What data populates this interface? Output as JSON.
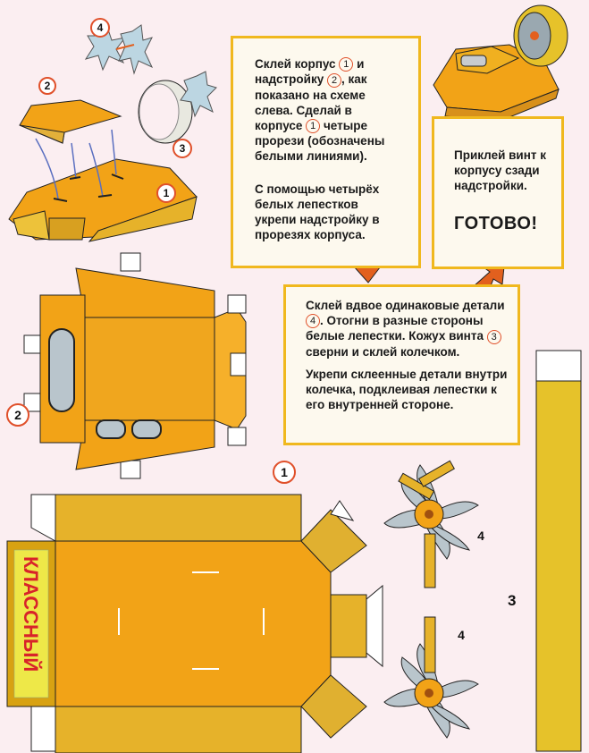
{
  "instructions": {
    "step1": {
      "p1_a": "Склей корпус",
      "p1_b": "и надстройку",
      "p1_c": ", как показано на схеме слева. Сделай в корпусе",
      "p1_d": "четыре прорези (обозначены белыми линиями).",
      "ref1": "1",
      "ref2": "2",
      "ref3": "1",
      "p2": "С помощью четырёх белых лепестков укрепи надстройку в прорезях корпуса."
    },
    "step2": {
      "p1_a": "Склей вдвое одинаковые детали",
      "ref1": "4",
      "p1_b": ". Отогни в разные стороны белые лепестки. Кожух винта",
      "ref2": "3",
      "p1_c": "сверни и склей колечком.",
      "p2": "Укрепи склеенные детали внутри колечка, подклеивая лепестки к его внутренней стороне."
    },
    "step3": {
      "text": "Приклей винт к корпусу сзади надстройки.",
      "done": "ГОТОВО!"
    }
  },
  "part_labels": {
    "diagram_4": "4",
    "diagram_2": "2",
    "diagram_3": "3",
    "diagram_1": "1",
    "net_2": "2",
    "net_1": "1",
    "prop_top": "4",
    "prop_bottom": "4",
    "strip_3": "3"
  },
  "logo": {
    "text": "КЛАССНЫЙ"
  },
  "colors": {
    "background": "#fbeef1",
    "orange": "#f2a317",
    "yellow": "#e6c22a",
    "box_border": "#f0b81e",
    "arrow": "#e2601e"
  }
}
